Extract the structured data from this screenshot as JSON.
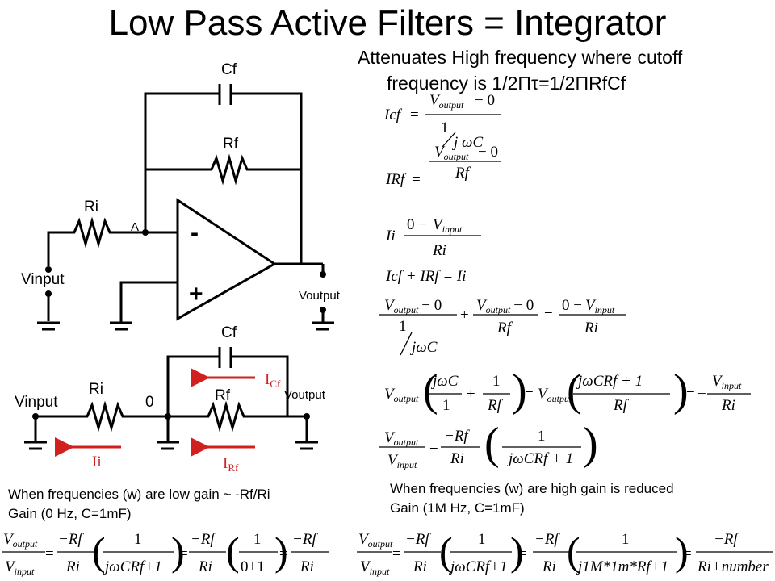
{
  "title": "Low Pass Active Filters = Integrator",
  "header_note": {
    "line1": "Attenuates High frequency where cutoff",
    "line2": "frequency is 1/2Πτ=1/2ΠRfCf"
  },
  "circuit1": {
    "labels": {
      "cf": "Cf",
      "rf": "Rf",
      "ri": "Ri",
      "node_a": "A",
      "minus": "-",
      "plus": "+",
      "vinput": "Vinput",
      "voutput": "Voutput"
    }
  },
  "circuit2": {
    "labels": {
      "cf": "Cf",
      "rf": "Rf",
      "ri": "Ri",
      "node0": "0",
      "vinput": "Vinput",
      "voutput": "Voutput",
      "icf_main": "I",
      "icf_sub": "Cf",
      "ii": "Ii",
      "irf_main": "I",
      "irf_sub": "Rf"
    },
    "colors": {
      "current_arrow": "#d02020"
    }
  },
  "notes": {
    "low_line1": "When frequencies (w) are low gain ~ -Rf/Ri",
    "low_line2": "Gain (0 Hz, C=1mF)",
    "high_line1": "When frequencies (w) are high gain is reduced",
    "high_line2": "Gain (1M Hz, C=1mF)"
  },
  "equations": {
    "v_main": "V",
    "sub_output": "output",
    "sub_input": "input",
    "minus_zero": "− 0",
    "zero_minus": "0 −",
    "one": "1",
    "plus": "+",
    "equals": "=",
    "icf": "Icf",
    "irf": "IRf",
    "ii": "Ii",
    "j_omega_c": "j ωC",
    "j_omega_c2": "jωC",
    "j_omega_crf_plus1": "jωCRf + 1",
    "j_omega_crf1": "jωCRf+1",
    "rf": "Rf",
    "ri": "Ri",
    "neg_rf": "−Rf",
    "zero_plus_one": "0+1",
    "kcl": "Icf + IRf = Ii",
    "j1m": "j1M*1m*Rf+1",
    "ri_plus_number": "Ri+number"
  }
}
